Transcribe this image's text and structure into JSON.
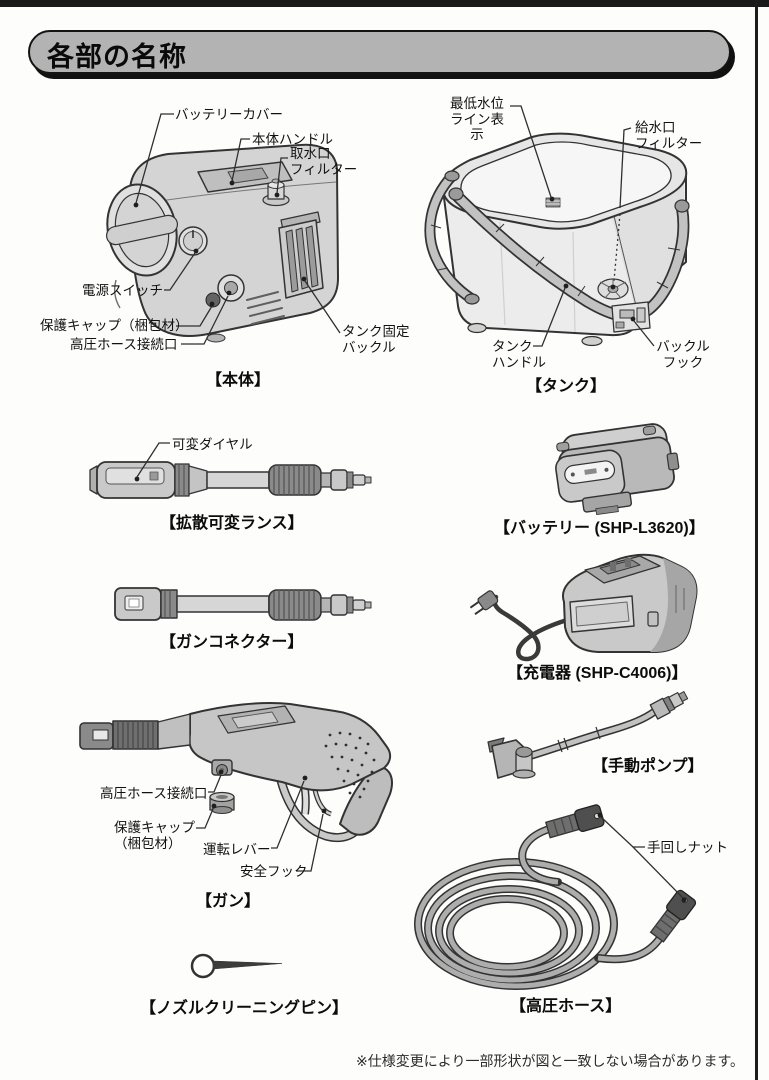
{
  "page": {
    "title": "各部の名称",
    "footer_note": "※仕様変更により一部形状が図と一致しない場合があります。"
  },
  "figures": {
    "main_unit": {
      "caption": "【本体】",
      "labels": {
        "battery_cover": "バッテリーカバー",
        "body_handle": "本体ハンドル",
        "intake_filter": "取水口\nフィルター",
        "power_switch": "電源スイッチ",
        "protective_cap": "保護キャップ（梱包材）",
        "hose_port": "高圧ホース接続口",
        "tank_buckle": "タンク固定\nバックル"
      }
    },
    "tank": {
      "caption": "【タンク】",
      "labels": {
        "min_water_line": "最低水位\nライン表示",
        "supply_filter": "給水口\nフィルター",
        "tank_handle": "タンク\nハンドル",
        "buckle_hook": "バックル\nフック"
      }
    },
    "lance": {
      "caption": "【拡散可変ランス】",
      "labels": {
        "variable_dial": "可変ダイヤル"
      }
    },
    "battery": {
      "caption": "【バッテリー (SHP-L3620)】"
    },
    "gun_connector": {
      "caption": "【ガンコネクター】"
    },
    "charger": {
      "caption": "【充電器 (SHP-C4006)】"
    },
    "gun": {
      "caption": "【ガン】",
      "labels": {
        "hose_port": "高圧ホース接続口",
        "protective_cap": "保護キャップ\n（梱包材）",
        "operation_lever": "運転レバー",
        "safety_hook": "安全フック"
      }
    },
    "hand_pump": {
      "caption": "【手動ポンプ】"
    },
    "high_pressure_hose": {
      "caption": "【高圧ホース】",
      "labels": {
        "hand_nut": "手回しナット"
      }
    },
    "cleaning_pin": {
      "caption": "【ノズルクリーニングピン】"
    }
  }
}
